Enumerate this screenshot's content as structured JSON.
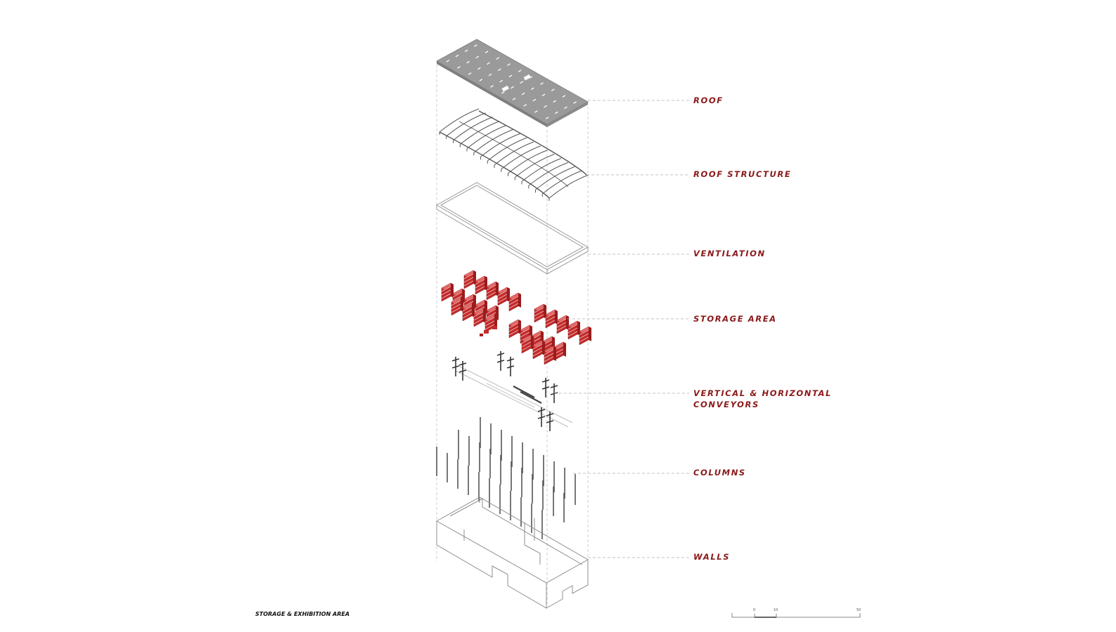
{
  "layers": [
    {
      "label": "ROOF"
    },
    {
      "label": "ROOF STRUCTURE"
    },
    {
      "label": "VENTILATION"
    },
    {
      "label": "STORAGE AREA"
    },
    {
      "label": "VERTICAL & HORIZONTAL",
      "label2": "CONVEYORS"
    },
    {
      "label": "COLUMNS"
    },
    {
      "label": "WALLS"
    }
  ],
  "caption": "STORAGE & EXHIBITION AREA",
  "scale_bar": {
    "ticks": [
      "0",
      "10",
      "50"
    ]
  },
  "colors": {
    "label": "#8b1a1a",
    "roof": "#9a9a9a",
    "storage_red": "#c42b2b",
    "line": "#888888",
    "leader": "#b0b0b0"
  }
}
